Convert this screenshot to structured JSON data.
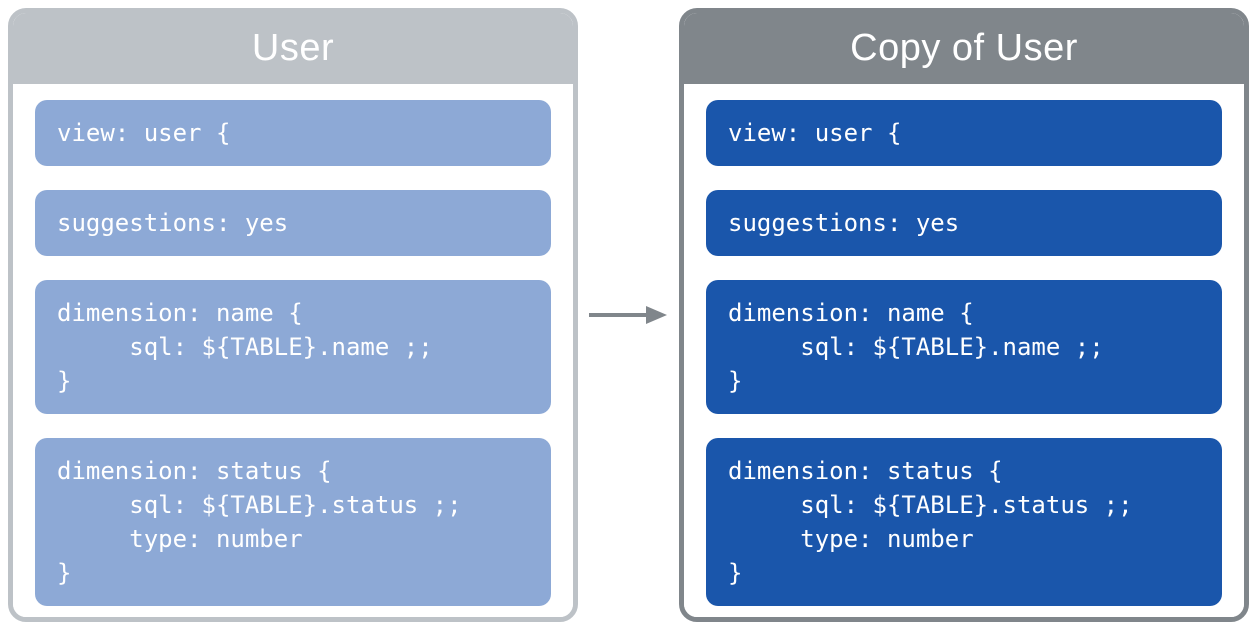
{
  "panels": [
    {
      "title": "User",
      "theme": "light",
      "blocks": [
        "view: user {",
        "suggestions: yes",
        "dimension: name {\n     sql: ${TABLE}.name ;;\n}",
        "dimension: status {\n     sql: ${TABLE}.status ;;\n     type: number\n}"
      ]
    },
    {
      "title": "Copy of User",
      "theme": "dark",
      "blocks": [
        "view: user {",
        "suggestions: yes",
        "dimension: name {\n     sql: ${TABLE}.name ;;\n}",
        "dimension: status {\n     sql: ${TABLE}.status ;;\n     type: number\n}"
      ]
    }
  ],
  "arrow": {
    "icon": "right-arrow"
  },
  "colors": {
    "light_header": "#bdc2c7",
    "dark_header": "#80868b",
    "light_block": "#8da9d6",
    "dark_block": "#1a56ab",
    "arrow": "#80868b",
    "text_on_fill": "#ffffff",
    "background": "#ffffff"
  }
}
